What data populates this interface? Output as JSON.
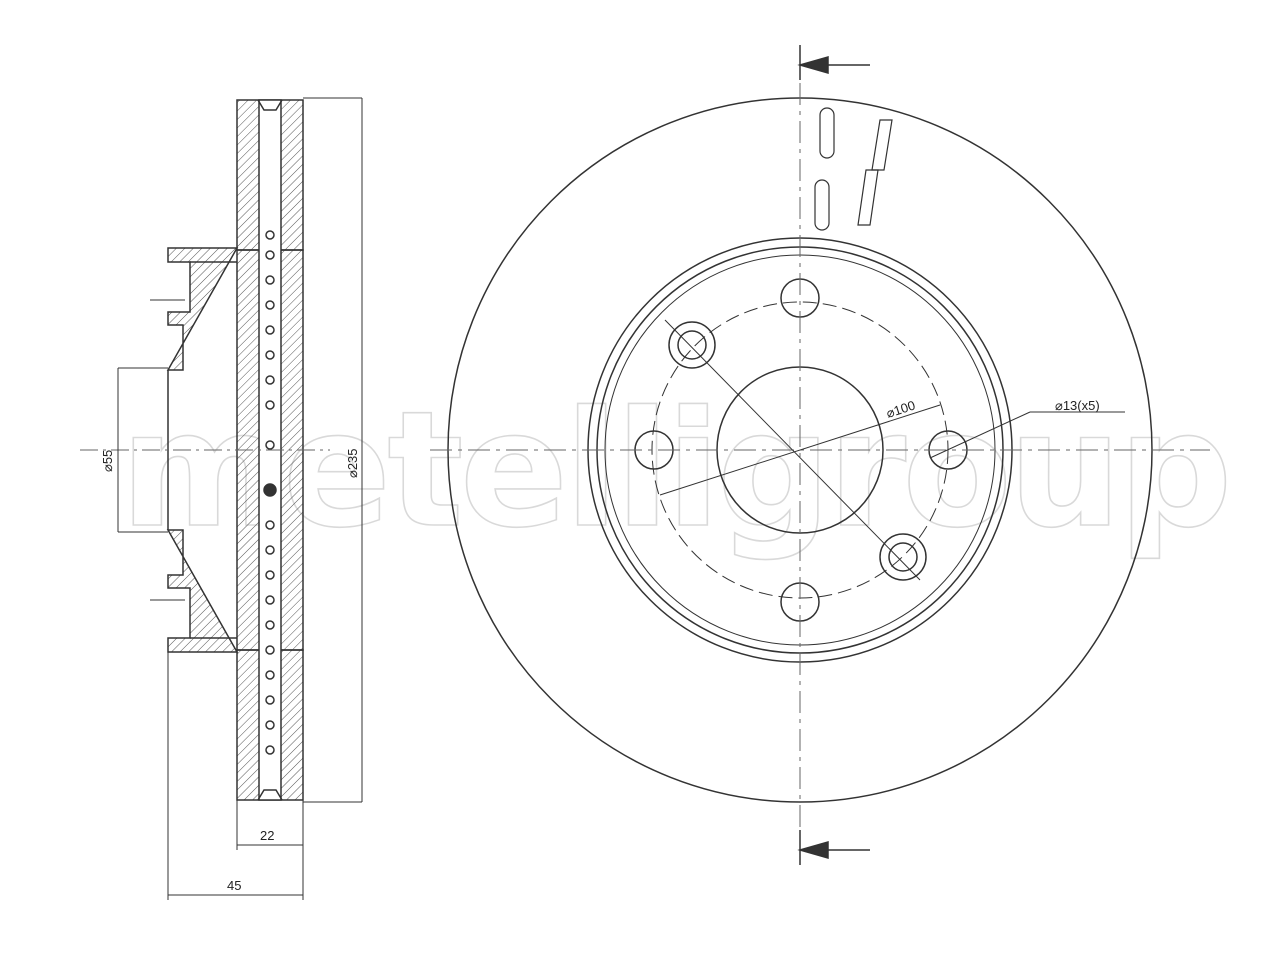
{
  "watermark": {
    "text": "metelligroup"
  },
  "section_view": {
    "labels": {
      "bore_diameter": "⌀55",
      "outer_diameter": "⌀235",
      "thickness": "22",
      "overall_height": "45"
    }
  },
  "face_view": {
    "labels": {
      "pcd": "⌀100",
      "bolt_holes": "⌀13(x5)"
    }
  },
  "colors": {
    "line": "#333333",
    "hatch": "#555555",
    "watermark": "#d9d9d9",
    "center_line": "#666666"
  }
}
